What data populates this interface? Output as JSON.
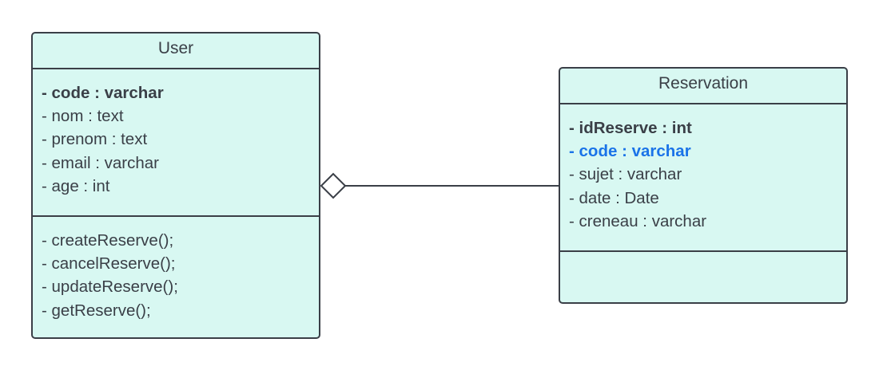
{
  "classes": {
    "user": {
      "name": "User",
      "attributes": [
        "- code : varchar",
        "- nom : text",
        "- prenom : text",
        "- email : varchar",
        "- age : int"
      ],
      "methods": [
        "- createReserve();",
        "- cancelReserve();",
        "- updateReserve();",
        "- getReserve();"
      ]
    },
    "reservation": {
      "name": "Reservation",
      "attributes": [
        "- idReserve : int",
        "- code : varchar",
        "- sujet : varchar",
        "- date : Date",
        "- creneau : varchar"
      ],
      "methods": []
    }
  },
  "relationship": {
    "type": "aggregation",
    "from": "User",
    "to": "Reservation"
  },
  "colors": {
    "class_fill": "#d8f8f2",
    "border": "#3a3f47",
    "foreign_key": "#1a73e8"
  }
}
